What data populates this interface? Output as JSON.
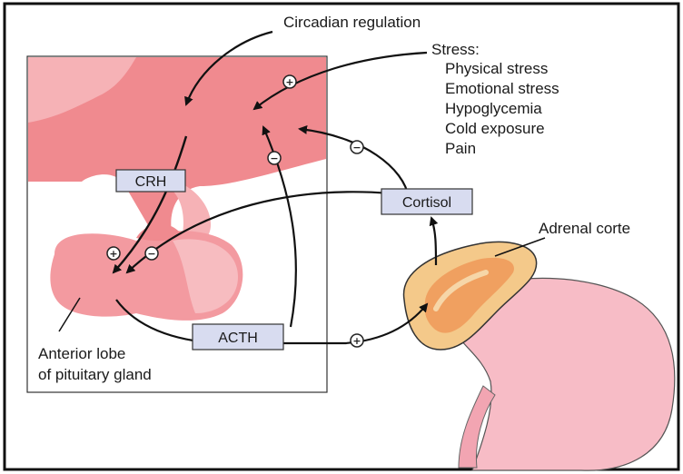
{
  "labels": {
    "circadian": "Circadian regulation",
    "stress_title": "Stress:",
    "stress_items": [
      "Physical stress",
      "Emotional stress",
      "Hypoglycemia",
      "Cold exposure",
      "Pain"
    ],
    "crh": "CRH",
    "cortisol": "Cortisol",
    "acth": "ACTH",
    "adrenal": "Adrenal corte",
    "pituitary_line1": "Anterior lobe",
    "pituitary_line2": "of pituitary gland"
  },
  "signs": {
    "plus": "+",
    "minus": "−"
  },
  "colors": {
    "hypothalamus": "#f08a8f",
    "pituitary": "#f39aa0",
    "adrenal_outer": "#f4c98a",
    "adrenal_inner": "#f0a060",
    "kidney": "#f7bcc6",
    "label_box": "#d8dcf0"
  }
}
